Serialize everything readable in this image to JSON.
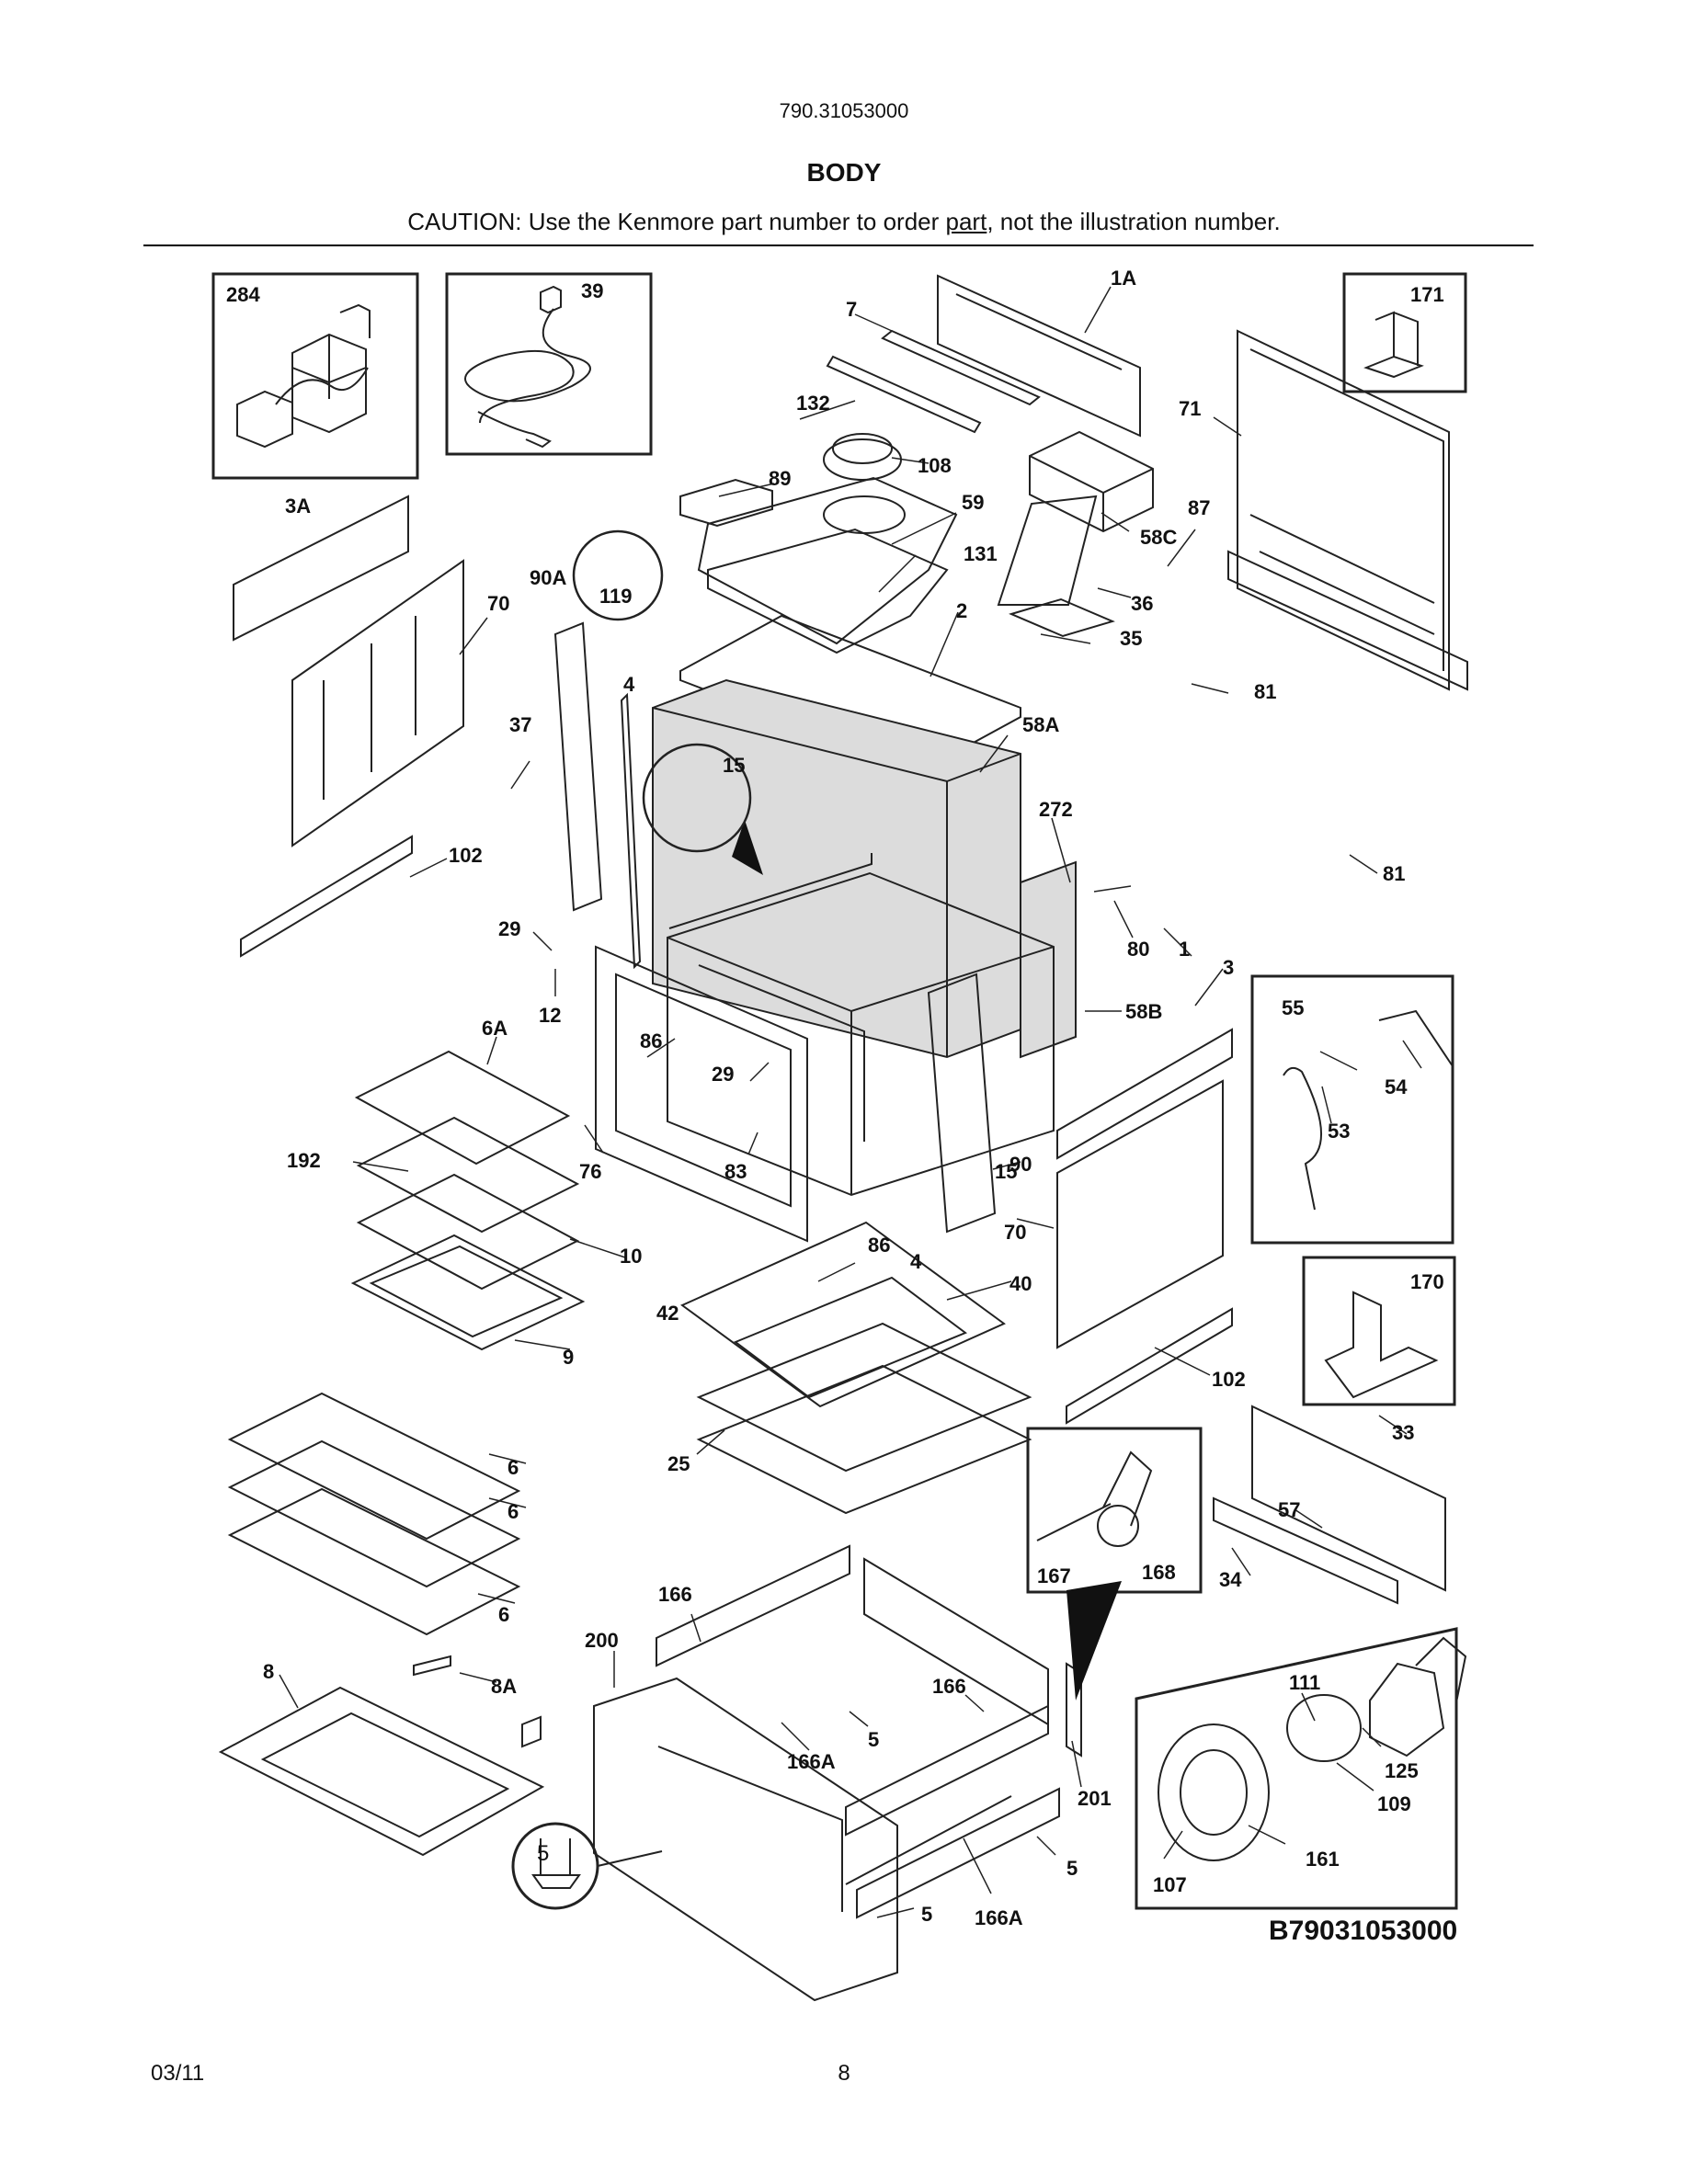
{
  "header": {
    "model_number": "790.31053000",
    "section_title": "BODY",
    "caution_prefix": "CAUTION: Use the Kenmore part number to order ",
    "caution_link": "part",
    "caution_suffix": ", not the illustration number."
  },
  "diagram": {
    "reference_code": "B79031053000",
    "callouts": [
      "284",
      "39",
      "7",
      "1A",
      "171",
      "132",
      "108",
      "71",
      "89",
      "58C",
      "87",
      "59",
      "3A",
      "131",
      "90A",
      "119",
      "36",
      "70",
      "2",
      "35",
      "81",
      "4",
      "58A",
      "37",
      "15",
      "272",
      "81",
      "102",
      "80",
      "1",
      "29",
      "3",
      "12",
      "58B",
      "6A",
      "86",
      "55",
      "29",
      "54",
      "192",
      "76",
      "83",
      "15",
      "90",
      "53",
      "86",
      "4",
      "70",
      "10",
      "40",
      "170",
      "42",
      "9",
      "102",
      "33",
      "6",
      "25",
      "6",
      "57",
      "34",
      "167",
      "168",
      "6",
      "166",
      "200",
      "8",
      "8A",
      "166",
      "111",
      "5",
      "125",
      "166A",
      "201",
      "109",
      "5",
      "161",
      "107",
      "5",
      "166A",
      "5"
    ],
    "inset_boxes": [
      "transformer-inset",
      "power-cord-inset",
      "bracket-171-inset",
      "sensor-inset",
      "bracket-170-inset",
      "latch-inset",
      "fan-assembly-inset"
    ]
  },
  "footer": {
    "date": "03/11",
    "page_number": "8"
  }
}
